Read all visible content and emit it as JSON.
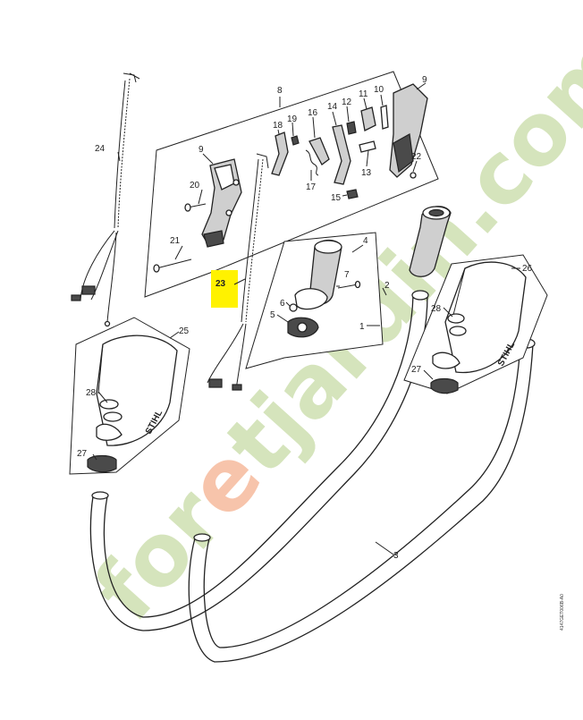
{
  "diagram": {
    "labels": {
      "p1": "1",
      "p2": "2",
      "p3": "3",
      "p4": "4",
      "p5": "5",
      "p6": "6",
      "p7": "7",
      "p8": "8",
      "p9a": "9",
      "p9b": "9",
      "p10": "10",
      "p11": "11",
      "p12": "12",
      "p13": "13",
      "p14": "14",
      "p15": "15",
      "p16": "16",
      "p17": "17",
      "p18": "18",
      "p19": "19",
      "p20": "20",
      "p21": "21",
      "p22": "22",
      "p23": "23",
      "p24": "24",
      "p25": "25",
      "p26": "26",
      "p27a": "27",
      "p27b": "27",
      "p28a": "28",
      "p28b": "28"
    },
    "highlighted_part": "23",
    "highlight_color": "#fff200",
    "brand_text_left": "STIHL",
    "brand_text_right": "STIHL",
    "drawing_code": "4147GET006B-A0",
    "watermark": {
      "prefix": "for",
      "accent": "e",
      "suffix": "tjardin.com",
      "color": "#c8dba6",
      "accent_color": "#f5b18f"
    }
  }
}
